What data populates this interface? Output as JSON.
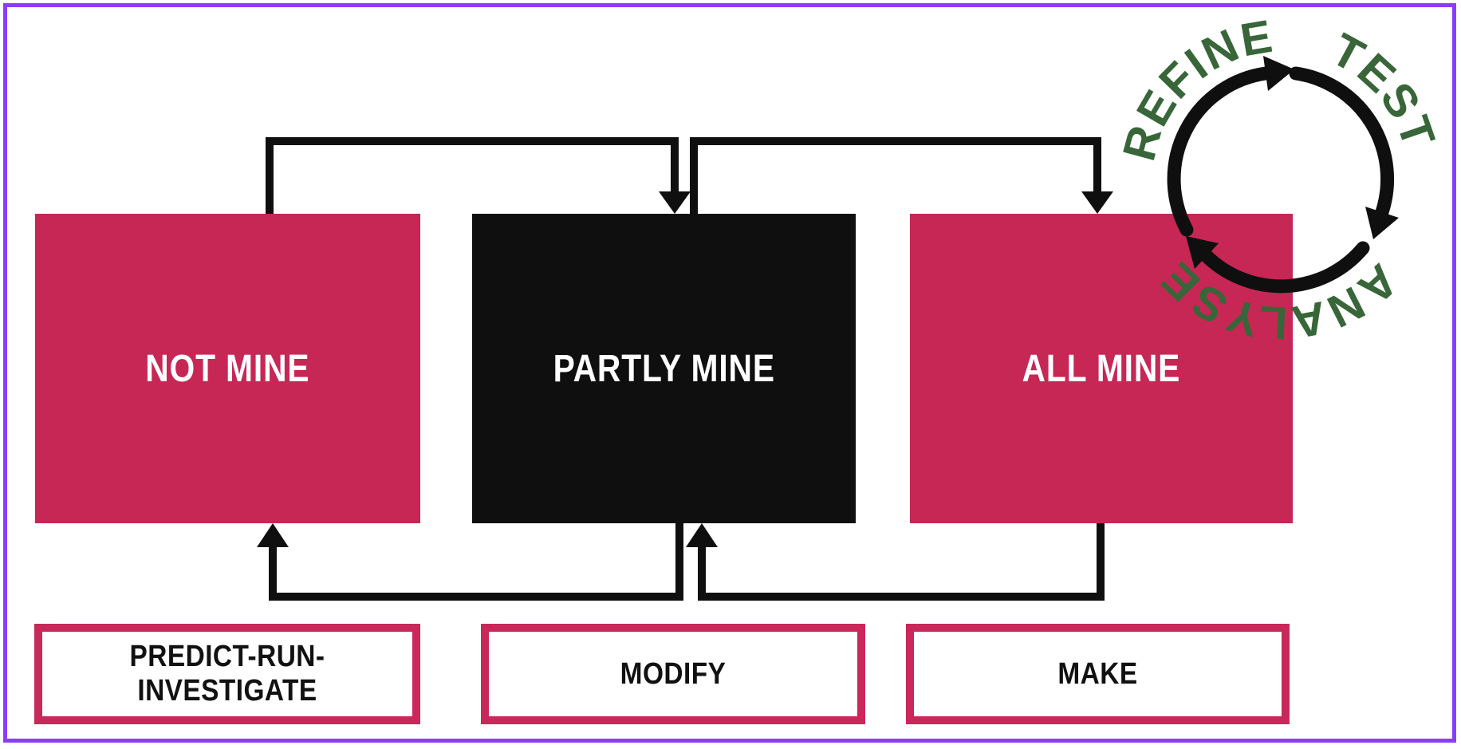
{
  "frame": {
    "border_color": "#8B3DFF",
    "background_color": "#FFFFFF"
  },
  "stages": [
    {
      "label": "NOT MINE",
      "fill_color": "#C62755",
      "text_color": "#FFFFFF"
    },
    {
      "label": "PARTLY MINE",
      "fill_color": "#0F0F0F",
      "text_color": "#FFFFFF"
    },
    {
      "label": "ALL MINE",
      "fill_color": "#C62755",
      "text_color": "#FFFFFF"
    }
  ],
  "activities": [
    {
      "label": "PREDICT-RUN-INVESTIGATE"
    },
    {
      "label": "MODIFY"
    },
    {
      "label": "MAKE"
    }
  ],
  "activity_style": {
    "border_color": "#C8285A",
    "text_color": "#111111"
  },
  "flow_arrows": {
    "color": "#0F0F0F",
    "connections": [
      {
        "from": "NOT MINE",
        "to": "PARTLY MINE",
        "via": "top"
      },
      {
        "from": "PARTLY MINE",
        "to": "ALL MINE",
        "via": "top"
      },
      {
        "from": "PARTLY MINE",
        "to": "NOT MINE",
        "via": "bottom"
      },
      {
        "from": "ALL MINE",
        "to": "PARTLY MINE",
        "via": "bottom"
      }
    ]
  },
  "cycle": {
    "labels": [
      "REFINE",
      "TEST",
      "ANALYSE"
    ],
    "text_color": "#386639",
    "arrow_color": "#0F0F0F"
  }
}
